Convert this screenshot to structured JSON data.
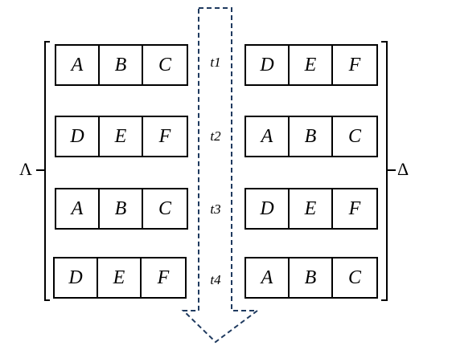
{
  "left_group": {
    "symbol": "Λ",
    "rows": [
      [
        "A",
        "B",
        "C"
      ],
      [
        "D",
        "E",
        "F"
      ],
      [
        "A",
        "B",
        "C"
      ],
      [
        "D",
        "E",
        "F"
      ]
    ]
  },
  "right_group": {
    "symbol": "Δ",
    "rows": [
      [
        "D",
        "E",
        "F"
      ],
      [
        "A",
        "B",
        "C"
      ],
      [
        "D",
        "E",
        "F"
      ],
      [
        "A",
        "B",
        "C"
      ]
    ]
  },
  "time_steps": [
    "t1",
    "t2",
    "t3",
    "t4"
  ]
}
